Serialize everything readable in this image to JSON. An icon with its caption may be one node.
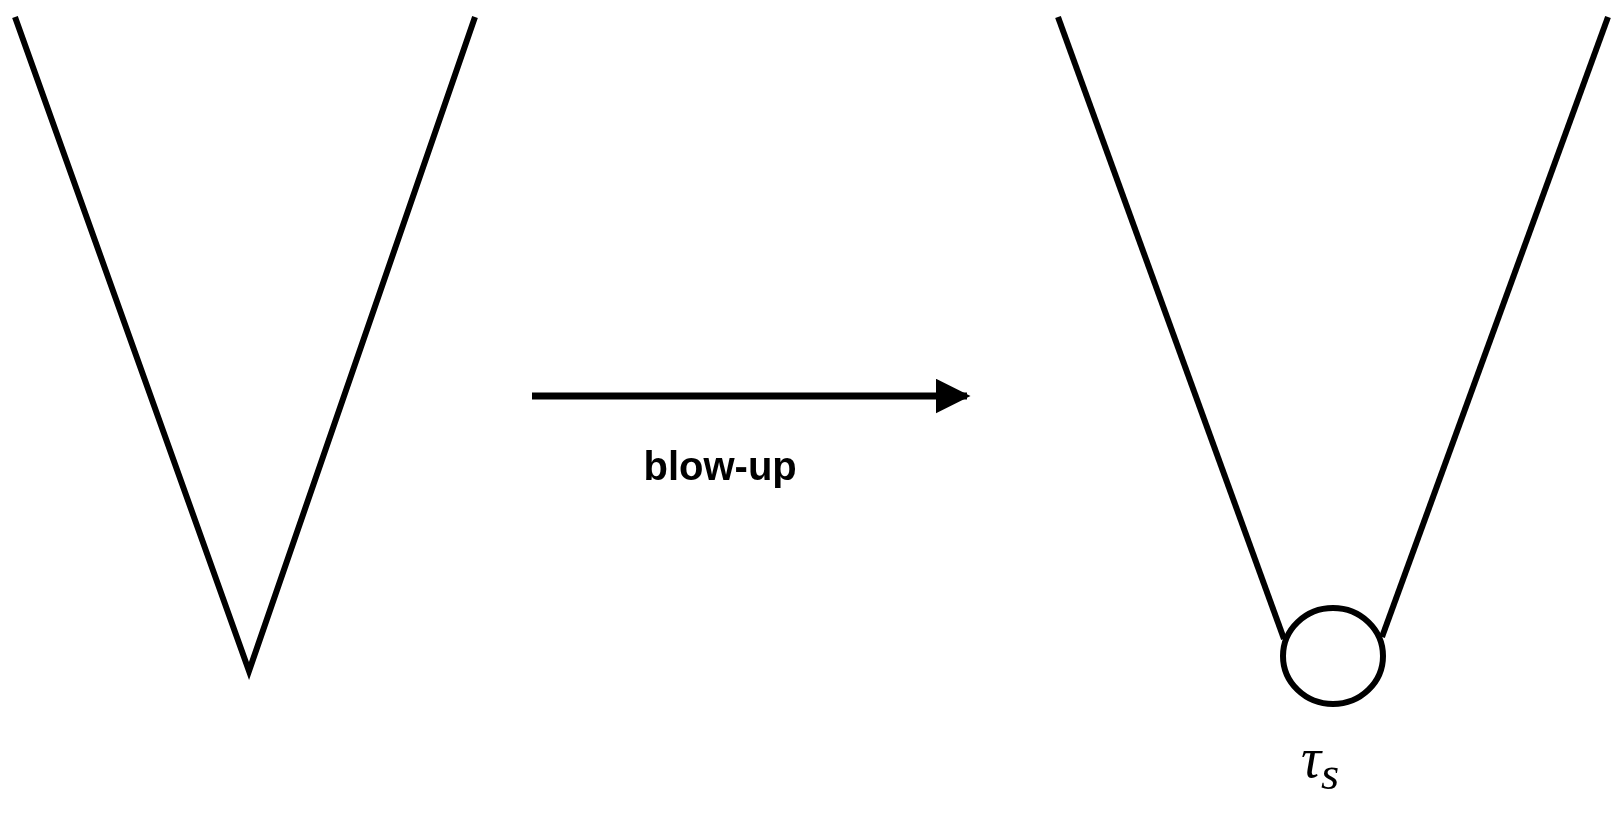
{
  "diagram": {
    "nodes": [
      {
        "text": [],
        "shape": "picture"
      },
      {
        "text": [],
        "shape": "picture",
        "beside": [
          "τ$_{s}$"
        ]
      }
    ],
    "edges": [
      {
        "from": 0,
        "to": 1,
        "arrow": "to",
        "label": "blow-up"
      }
    ]
  }
}
